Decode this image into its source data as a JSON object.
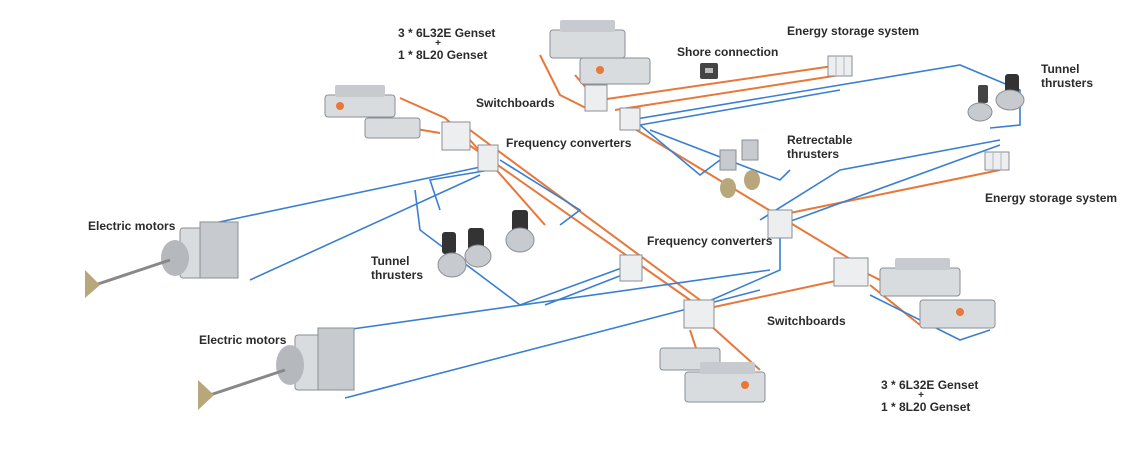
{
  "labels": {
    "genset_top_line1": "3  *  6L32E Genset",
    "genset_top_plus": "+",
    "genset_top_line2": "1  *  8L20 Genset",
    "shore_connection": "Shore connection",
    "energy_storage_top": "Energy storage system",
    "tunnel_thrusters_right_1": "Tunnel",
    "tunnel_thrusters_right_2": "thrusters",
    "switchboards_top": "Switchboards",
    "frequency_converters_top": "Frequency converters",
    "retractable_thrusters_1": "Retrectable",
    "retractable_thrusters_2": "thrusters",
    "energy_storage_right": "Energy storage system",
    "electric_motors_top": "Electric motors",
    "frequency_converters_mid": "Frequency converters",
    "tunnel_thrusters_mid_1": "Tunnel",
    "tunnel_thrusters_mid_2": "thrusters",
    "switchboards_bottom": "Switchboards",
    "electric_motors_bottom": "Electric motors",
    "genset_bottom_line1": "3  *  6L32E Genset",
    "genset_bottom_plus": "+",
    "genset_bottom_line2": "1  *  8L20 Genset"
  },
  "colors": {
    "power_line": "#e8773a",
    "signal_line": "#3a7fd0",
    "equipment": "#d9dcdf",
    "equipment_dark": "#8a8f95",
    "label": "#2b2b2b"
  }
}
